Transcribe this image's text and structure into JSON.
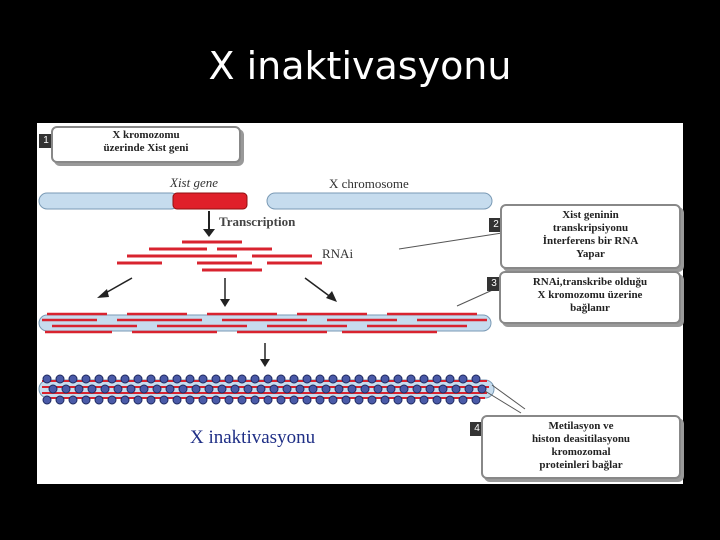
{
  "slide": {
    "title": "X inaktivasyonu"
  },
  "figure": {
    "gene_label": "Xist gene",
    "chromosome_label": "X chromosome",
    "transcription_label": "Transcription",
    "rna_label": "RNAi",
    "caption": "X inaktivasyonu"
  },
  "callouts": [
    {
      "number": "1",
      "lines": [
        "X kromozomu",
        "üzerinde Xist geni"
      ]
    },
    {
      "number": "2",
      "lines": [
        "Xist geninin",
        "transkripsiyonu",
        "İnterferens bir RNA",
        "Yapar"
      ]
    },
    {
      "number": "3",
      "lines": [
        "RNAi,transkribe olduğu",
        "X kromozomu üzerine",
        "bağlanır"
      ]
    },
    {
      "number": "4",
      "lines": [
        "Metilasyon ve",
        "histon deasitilasyonu",
        "kromozomal",
        "proteinleri bağlar"
      ]
    }
  ],
  "colors": {
    "chromosome": "#c6dcee",
    "gene": "#e0202a",
    "rna": "#d8232f",
    "protein": "#4a5aa8",
    "caption": "#1f2f86"
  }
}
